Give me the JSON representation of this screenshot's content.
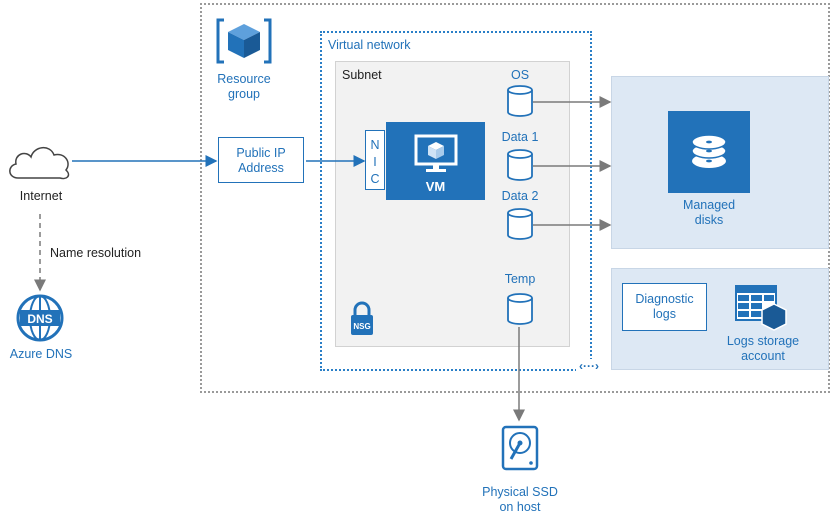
{
  "resource_group": {
    "line1": "Resource",
    "line2": "group"
  },
  "virtual_network": {
    "label": "Virtual network"
  },
  "subnet": {
    "label": "Subnet"
  },
  "internet": {
    "label": "Internet"
  },
  "name_resolution": {
    "label": "Name resolution"
  },
  "azure_dns": {
    "label": "Azure DNS",
    "icon_text": "DNS"
  },
  "public_ip": {
    "line1": "Public IP",
    "line2": "Address"
  },
  "nic": {
    "letters": [
      "N",
      "I",
      "C"
    ]
  },
  "vm": {
    "label": "VM"
  },
  "disks": {
    "os": "OS",
    "data1": "Data 1",
    "data2": "Data 2",
    "temp": "Temp"
  },
  "managed_disks": {
    "line1": "Managed",
    "line2": "disks"
  },
  "diagnostic_logs": {
    "line1": "Diagnostic",
    "line2": "logs"
  },
  "logs_storage": {
    "line1": "Logs storage",
    "line2": "account"
  },
  "nsg": {
    "label": "NSG"
  },
  "physical_ssd": {
    "line1": "Physical SSD",
    "line2": "on host"
  },
  "colors": {
    "accent": "#2272b9",
    "panel": "#dde8f4",
    "subnet": "#f2f2f2"
  }
}
